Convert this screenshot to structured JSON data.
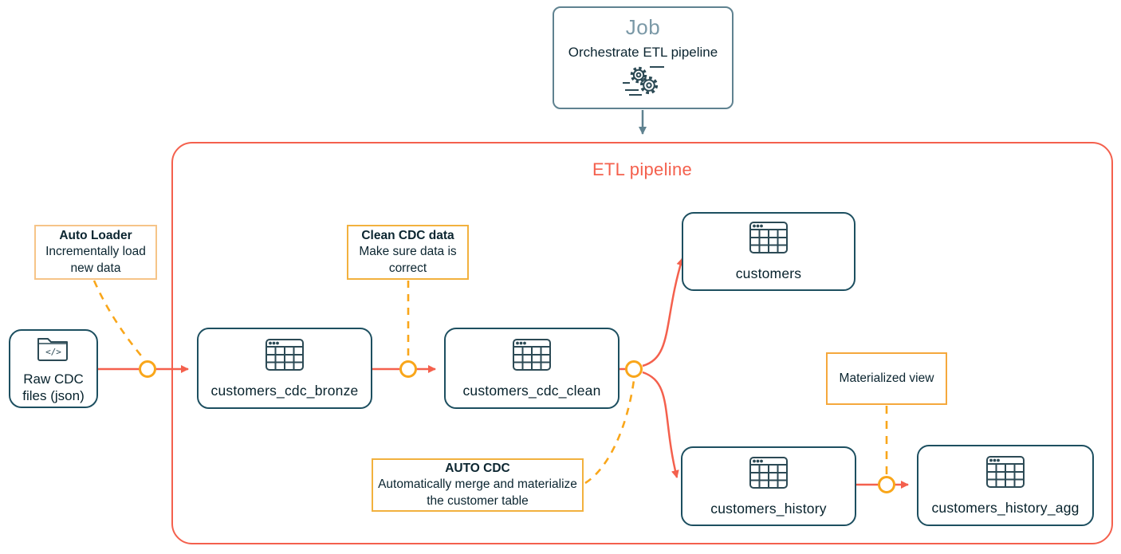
{
  "colors": {
    "node_border": "#1d4f60",
    "pipeline_border": "#f4604d",
    "arrow_red": "#f4604d",
    "amber": "#f9a61a",
    "job_border": "#5f8290",
    "job_title": "#7b99a7",
    "annotation_border_light": "#f6c488",
    "annotation_border_amber": "#f2b13e"
  },
  "job_box": {
    "title": "Job",
    "subtitle": "Orchestrate ETL pipeline",
    "icon": "gears-icon"
  },
  "pipeline": {
    "title": "ETL pipeline"
  },
  "source": {
    "label": "Raw CDC files (json)",
    "icon": "code-folder-icon",
    "icon_glyph": "</>"
  },
  "nodes": {
    "bronze": {
      "label": "customers_cdc_bronze",
      "icon": "table-icon"
    },
    "clean": {
      "label": "customers_cdc_clean",
      "icon": "table-icon"
    },
    "customers": {
      "label": "customers",
      "icon": "table-icon"
    },
    "history": {
      "label": "customers_history",
      "icon": "table-icon"
    },
    "history_agg": {
      "label": "customers_history_agg",
      "icon": "table-icon"
    }
  },
  "annotations": {
    "auto_loader": {
      "title": "Auto Loader",
      "body": "Incrementally load new data"
    },
    "clean_cdc": {
      "title": "Clean CDC data",
      "body": "Make sure data is correct"
    },
    "auto_cdc": {
      "title": "AUTO CDC",
      "body": "Automatically merge and materialize the customer table"
    },
    "materialized_view": {
      "title": "Materialized view"
    }
  }
}
